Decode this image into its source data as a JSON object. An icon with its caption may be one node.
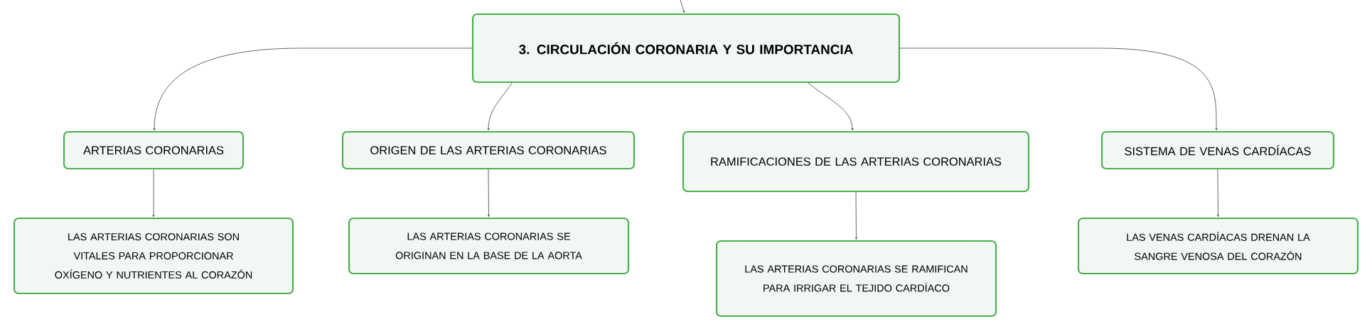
{
  "diagram": {
    "nodes": [
      {
        "text": [
          "3. CIRCULACIÓN CORONARIA Y SU IMPORTANCIA"
        ]
      },
      {
        "text": [
          "ARTERIAS CORONARIAS"
        ]
      },
      {
        "text": [
          "ORIGEN DE LAS ARTERIAS CORONARIAS"
        ]
      },
      {
        "text": [
          "RAMIFICACIONES DE LAS ARTERIAS CORONARIAS"
        ]
      },
      {
        "text": [
          "SISTEMA DE VENAS CARDÍACAS"
        ]
      },
      {
        "text": [
          "LAS ARTERIAS CORONARIAS SON VITALES PARA PROPORCIONAR OXÍGENO Y NUTRIENTES AL CORAZÓN"
        ]
      },
      {
        "text": [
          "LAS ARTERIAS CORONARIAS SE ORIGINAN EN LA BASE DE LA AORTA"
        ]
      },
      {
        "text": [
          "LAS ARTERIAS CORONARIAS SE RAMIFICAN PARA IRRIGAR EL TEJIDO CARDÍACO"
        ]
      },
      {
        "text": [
          "LAS VENAS CARDÍACAS DRENAN LA SANGRE VENOSA DEL CORAZÓN"
        ]
      }
    ],
    "edges": [
      {
        "from": null,
        "to": 0,
        "arrow": "to"
      },
      {
        "from": 0,
        "to": 1,
        "arrow": "to"
      },
      {
        "from": 0,
        "to": 2,
        "arrow": "to"
      },
      {
        "from": 0,
        "to": 3,
        "arrow": "to"
      },
      {
        "from": 0,
        "to": 4,
        "arrow": "to"
      },
      {
        "from": 1,
        "to": 5,
        "arrow": "to"
      },
      {
        "from": 2,
        "to": 6,
        "arrow": "to"
      },
      {
        "from": 3,
        "to": 7,
        "arrow": "to"
      },
      {
        "from": 4,
        "to": 8,
        "arrow": "to"
      }
    ]
  }
}
